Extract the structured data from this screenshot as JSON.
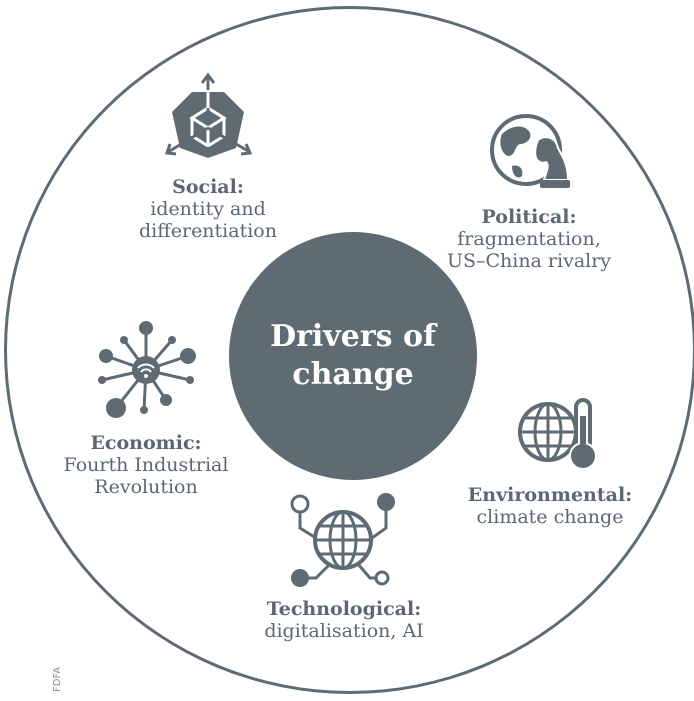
{
  "center": {
    "line1": "Drivers of",
    "line2": "change"
  },
  "drivers": {
    "social": {
      "title": "Social:",
      "line1": "identity and",
      "line2": "differentiation"
    },
    "political": {
      "title": "Political:",
      "line1": "fragmentation,",
      "line2": "US–China rivalry"
    },
    "economic": {
      "title": "Economic:",
      "line1": "Fourth Industrial",
      "line2": "Revolution"
    },
    "environmental": {
      "title": "Environmental:",
      "line1": "climate change"
    },
    "technological": {
      "title": "Technological:",
      "line1": "digitalisation, AI"
    }
  },
  "credit": "FDFA",
  "colors": {
    "primary": "#5f6b73",
    "background": "#ffffff"
  },
  "icons": {
    "social": "cube-arrows-icon",
    "political": "globe-chess-knight-icon",
    "economic": "network-wifi-icon",
    "environmental": "globe-thermometer-icon",
    "technological": "globe-circuit-icon"
  }
}
